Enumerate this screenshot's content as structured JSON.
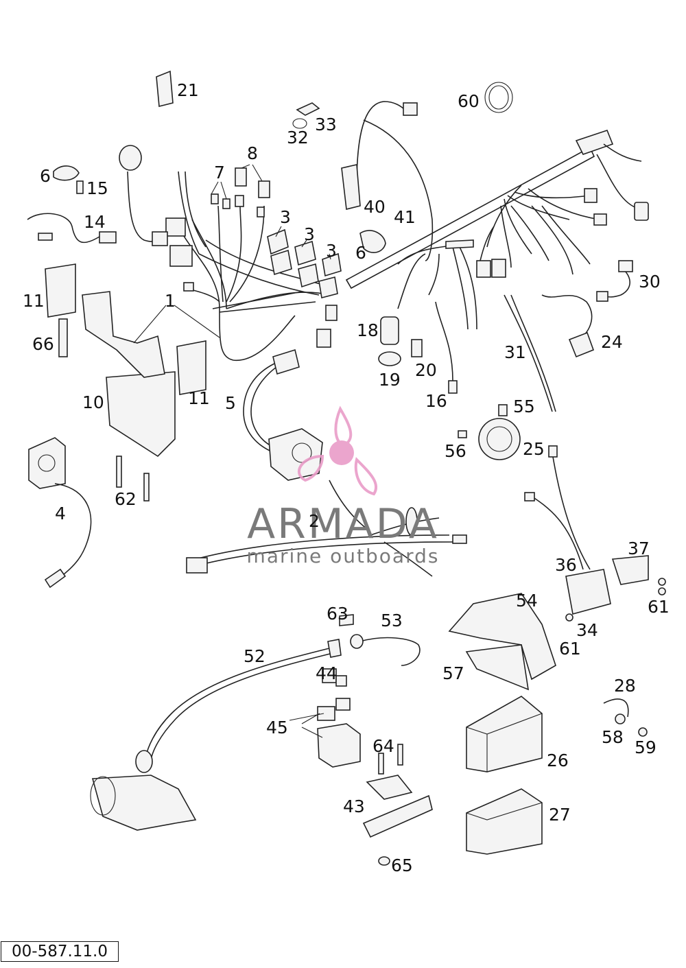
{
  "drawing_number": "00-587.11.0",
  "watermark": {
    "brand": "ARMADA",
    "tagline": "marine outboards",
    "brand_color": "#7a7a7a",
    "logo_color": "#e99cc8"
  },
  "callouts": {
    "c1": "1",
    "c2": "2",
    "c3a": "3",
    "c3b": "3",
    "c3c": "3",
    "c4": "4",
    "c5": "5",
    "c6a": "6",
    "c6b": "6",
    "c7": "7",
    "c8": "8",
    "c10": "10",
    "c11a": "11",
    "c11b": "11",
    "c14": "14",
    "c15": "15",
    "c16": "16",
    "c18": "18",
    "c19": "19",
    "c20": "20",
    "c21": "21",
    "c24": "24",
    "c25": "25",
    "c26": "26",
    "c27": "27",
    "c28": "28",
    "c30": "30",
    "c31": "31",
    "c32": "32",
    "c33": "33",
    "c34": "34",
    "c36": "36",
    "c37": "37",
    "c40": "40",
    "c41": "41",
    "c43": "43",
    "c44": "44",
    "c45": "45",
    "c52": "52",
    "c53": "53",
    "c54": "54",
    "c55": "55",
    "c56": "56",
    "c57": "57",
    "c58": "58",
    "c59": "59",
    "c60": "60",
    "c61a": "61",
    "c61b": "61",
    "c62": "62",
    "c63": "63",
    "c64": "64",
    "c65": "65",
    "c66": "66"
  }
}
